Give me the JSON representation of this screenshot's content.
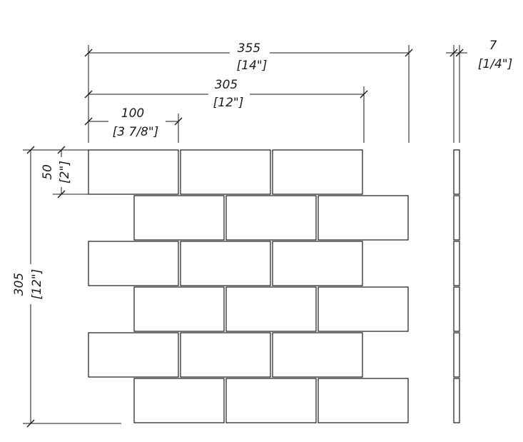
{
  "dimensions": {
    "sheet_width": {
      "mm": "355",
      "in": "[14\"]"
    },
    "repeat_width": {
      "mm": "305",
      "in": "[12\"]"
    },
    "tile_width": {
      "mm": "100",
      "in": "[3 7/8\"]"
    },
    "tile_height": {
      "mm": "50",
      "in": "[2\"]"
    },
    "sheet_height": {
      "mm": "305",
      "in": "[12\"]"
    },
    "thickness": {
      "mm": "7",
      "in": "[1/4\"]"
    }
  },
  "pattern": {
    "rows": 6,
    "tiles_per_row": 3,
    "layout": "running-bond"
  }
}
